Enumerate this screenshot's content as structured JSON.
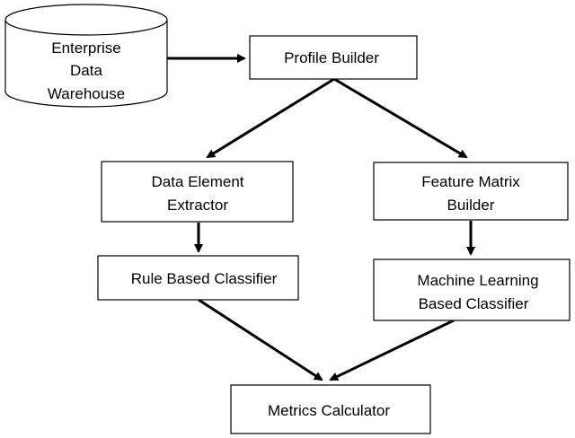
{
  "nodes": {
    "warehouse": {
      "lines": [
        "Enterprise",
        "Data",
        "Warehouse"
      ]
    },
    "profile_builder": {
      "lines": [
        "Profile Builder"
      ]
    },
    "data_element_extractor": {
      "lines": [
        "Data Element",
        "Extractor"
      ]
    },
    "feature_matrix_builder": {
      "lines": [
        "Feature Matrix",
        "Builder"
      ]
    },
    "rule_based_classifier": {
      "lines": [
        "Rule Based Classifier"
      ]
    },
    "ml_based_classifier": {
      "lines": [
        "Machine Learning",
        "Based Classifier"
      ]
    },
    "metrics_calculator": {
      "lines": [
        "Metrics Calculator"
      ]
    }
  },
  "edges": [
    {
      "from": "warehouse",
      "to": "profile_builder"
    },
    {
      "from": "profile_builder",
      "to": "data_element_extractor"
    },
    {
      "from": "profile_builder",
      "to": "feature_matrix_builder"
    },
    {
      "from": "data_element_extractor",
      "to": "rule_based_classifier"
    },
    {
      "from": "feature_matrix_builder",
      "to": "ml_based_classifier"
    },
    {
      "from": "rule_based_classifier",
      "to": "metrics_calculator"
    },
    {
      "from": "ml_based_classifier",
      "to": "metrics_calculator"
    }
  ]
}
